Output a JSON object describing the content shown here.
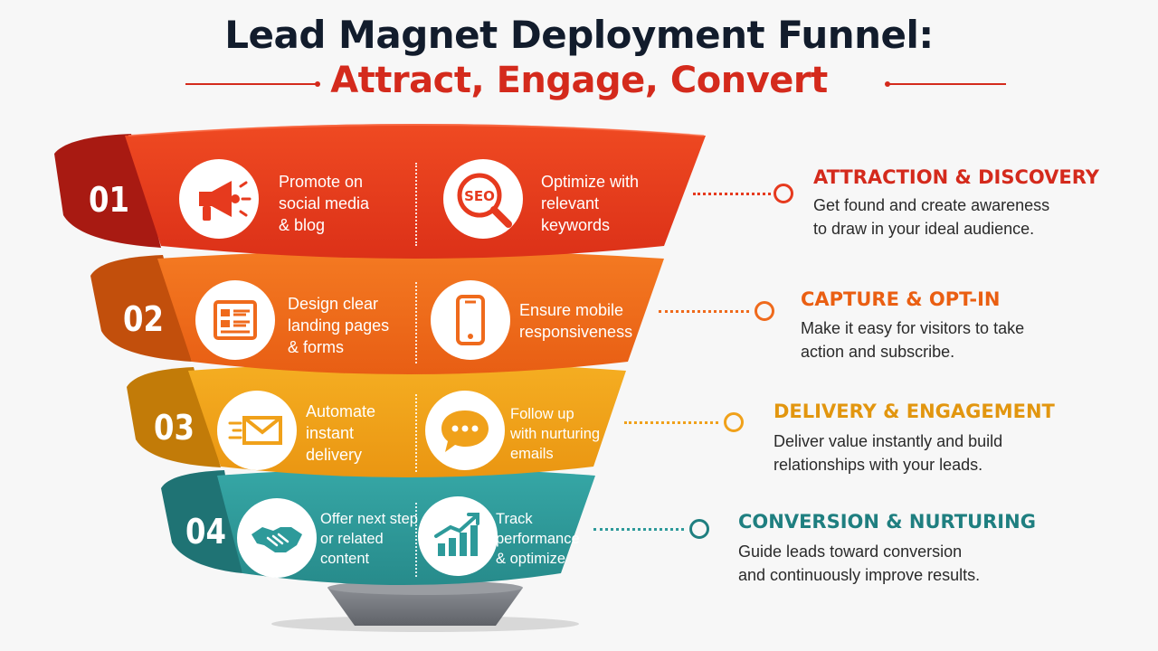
{
  "title": "Lead Magnet Deployment Funnel:",
  "subtitle": "Attract, Engage, Convert",
  "colors": {
    "title": "#121c2c",
    "accent": "#d42a1c",
    "stage1": "#e63a1e",
    "stage2": "#ef6a1c",
    "stage3": "#f0a11a",
    "stage4": "#2d9a9a"
  },
  "stages": [
    {
      "number": "01",
      "left_icon": "megaphone-icon",
      "left_lines": [
        "Promote on",
        "social media",
        "& blog"
      ],
      "right_icon": "seo-search-icon",
      "right_icon_text": "SEO",
      "right_lines": [
        "Optimize with",
        "relevant",
        "keywords"
      ],
      "title": "ATTRACTION & DISCOVERY",
      "desc_lines": [
        "Get found and create awareness",
        "to draw in your ideal audience."
      ]
    },
    {
      "number": "02",
      "left_icon": "landing-page-icon",
      "left_lines": [
        "Design clear",
        "landing pages",
        "& forms"
      ],
      "right_icon": "mobile-phone-icon",
      "right_lines": [
        "Ensure mobile",
        "responsiveness"
      ],
      "title": "CAPTURE & OPT-IN",
      "desc_lines": [
        "Make it easy for visitors to take",
        "action and subscribe."
      ]
    },
    {
      "number": "03",
      "left_icon": "envelope-icon",
      "left_lines": [
        "Automate",
        "instant",
        "delivery"
      ],
      "right_icon": "chat-bubble-icon",
      "right_lines": [
        "Follow up",
        "with nurturing",
        "emails"
      ],
      "title": "DELIVERY & ENGAGEMENT",
      "desc_lines": [
        "Deliver value instantly and build",
        "relationships with your leads."
      ]
    },
    {
      "number": "04",
      "left_icon": "handshake-icon",
      "left_lines": [
        "Offer next step",
        "or related",
        "content"
      ],
      "right_icon": "growth-chart-icon",
      "right_lines": [
        "Track",
        "performance",
        "& optimize"
      ],
      "title": "CONVERSION & NURTURING",
      "desc_lines": [
        "Guide leads toward conversion",
        "and continuously improve results."
      ]
    }
  ]
}
